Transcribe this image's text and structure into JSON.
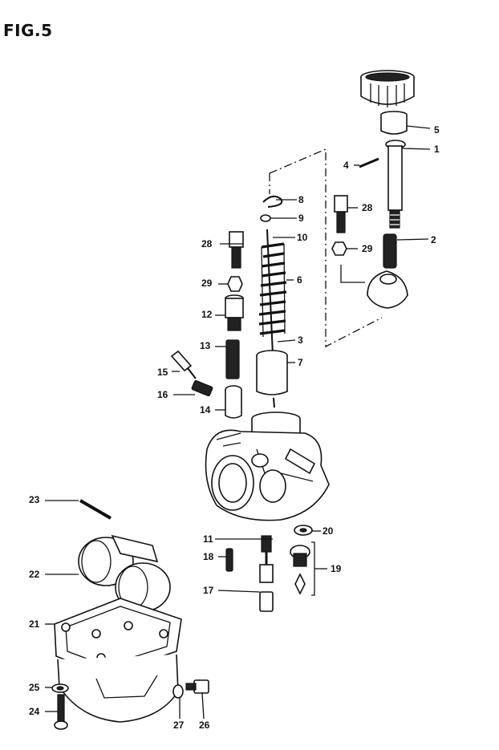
{
  "figure": {
    "title": "FIG.5"
  },
  "callouts": [
    {
      "id": "c1",
      "text": "1"
    },
    {
      "id": "c2",
      "text": "2"
    },
    {
      "id": "c3",
      "text": "3"
    },
    {
      "id": "c4",
      "text": "4"
    },
    {
      "id": "c5",
      "text": "5"
    },
    {
      "id": "c6",
      "text": "6"
    },
    {
      "id": "c7",
      "text": "7"
    },
    {
      "id": "c8",
      "text": "8"
    },
    {
      "id": "c9",
      "text": "9"
    },
    {
      "id": "c10",
      "text": "10"
    },
    {
      "id": "c11",
      "text": "11"
    },
    {
      "id": "c12",
      "text": "12"
    },
    {
      "id": "c13",
      "text": "13"
    },
    {
      "id": "c14",
      "text": "14"
    },
    {
      "id": "c15",
      "text": "15"
    },
    {
      "id": "c16",
      "text": "16"
    },
    {
      "id": "c17",
      "text": "17"
    },
    {
      "id": "c18",
      "text": "18"
    },
    {
      "id": "c19",
      "text": "19"
    },
    {
      "id": "c20",
      "text": "20"
    },
    {
      "id": "c21",
      "text": "21"
    },
    {
      "id": "c22",
      "text": "22"
    },
    {
      "id": "c23",
      "text": "23"
    },
    {
      "id": "c24",
      "text": "24"
    },
    {
      "id": "c25",
      "text": "25"
    },
    {
      "id": "c26",
      "text": "26"
    },
    {
      "id": "c27",
      "text": "27"
    },
    {
      "id": "c28a",
      "text": "28"
    },
    {
      "id": "c28b",
      "text": "28"
    },
    {
      "id": "c29a",
      "text": "29"
    },
    {
      "id": "c29b",
      "text": "29"
    }
  ]
}
